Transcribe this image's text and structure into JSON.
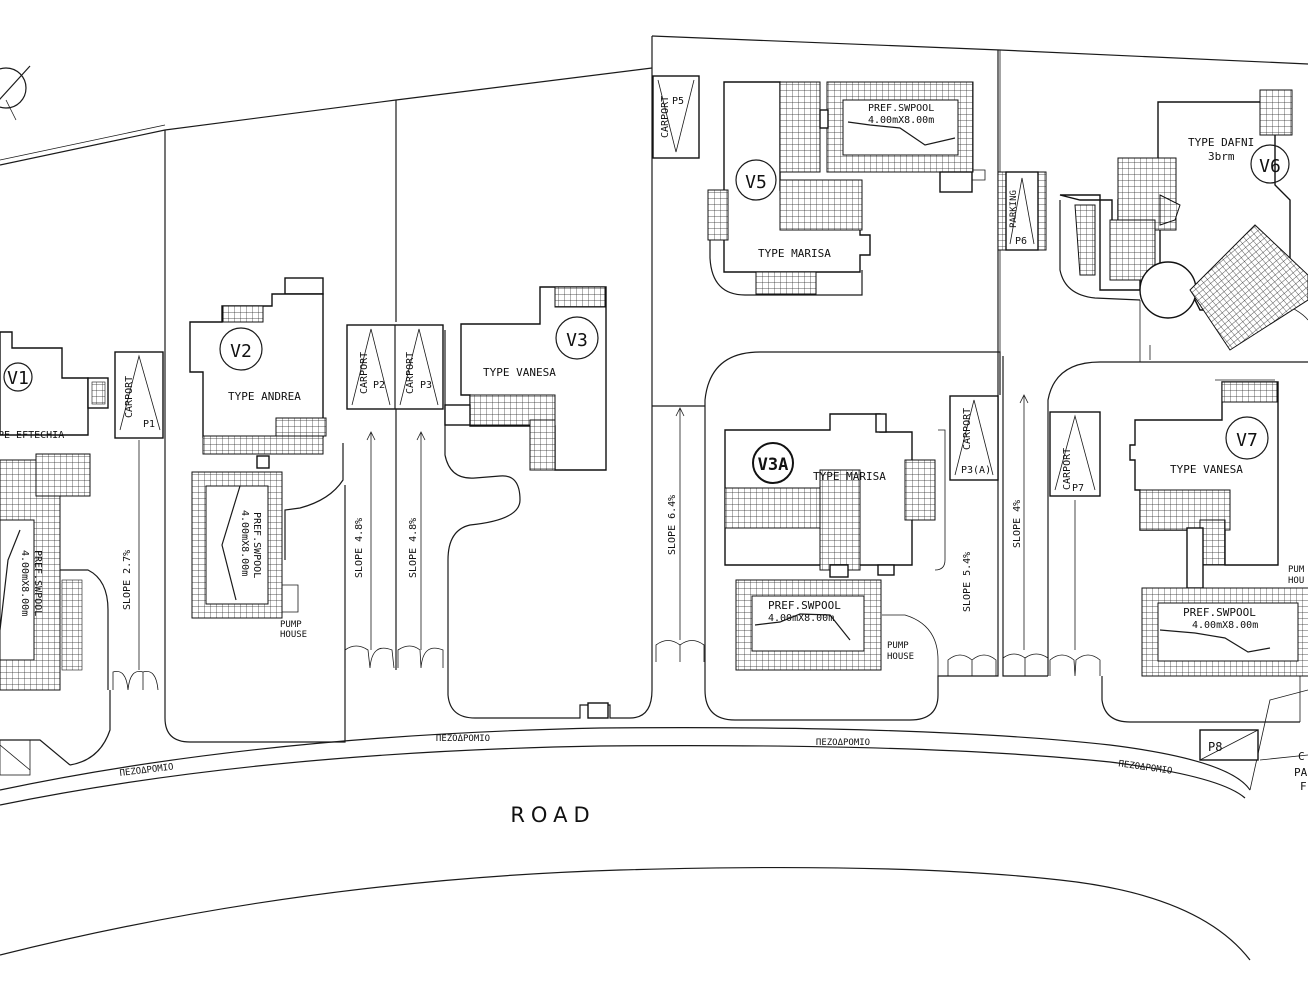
{
  "road": "ROAD",
  "pedestrian": [
    "ΠΕΖΟΔΡΟΜΙΟ",
    "ΠΕΖΟΔΡΟΜΙΟ",
    "ΠΕΖΟΔΡΟΜΙΟ",
    "ΠΕΖΟΔΡΟΜΙΟ"
  ],
  "villas": [
    {
      "tag": "V1",
      "type": "PE EFTECHIA"
    },
    {
      "tag": "V2",
      "type": "TYPE ANDREA"
    },
    {
      "tag": "V3",
      "type": "TYPE VANESA"
    },
    {
      "tag": "V3A",
      "type": "TYPE MARISA"
    },
    {
      "tag": "V5",
      "type": "TYPE MARISA"
    },
    {
      "tag": "V6",
      "type": "TYPE DAFNI",
      "sub": "3brm"
    },
    {
      "tag": "V7",
      "type": "TYPE VANESA"
    }
  ],
  "pools": [
    {
      "name": "PREF.SWPOOL",
      "size": "4.00mX8.00m"
    },
    {
      "name": "PREF.SWPOOL",
      "size": "4.00mX8.00m"
    },
    {
      "name": "PREF.SWPOOL",
      "size": "4.00mX8.00m"
    },
    {
      "name": "PREF.SWPOOL",
      "size": "4.00mX8.00m"
    },
    {
      "name": "PREF.SWPOOL",
      "size": "4.00mX8.00m"
    }
  ],
  "pump": {
    "l1": "PUMP",
    "l2": "HOUSE"
  },
  "carport": "CARPORT",
  "parking": "PARKING",
  "parkings": [
    "P1",
    "P2",
    "P3",
    "P3(A)",
    "P5",
    "P6",
    "P7",
    "P8"
  ],
  "slopes": [
    "SLOPE 2.7%",
    "SLOPE 4.8%",
    "SLOPE 4.8%",
    "SLOPE 6.4%",
    "SLOPE 5.4%",
    "SLOPE 4%"
  ],
  "edge_right": {
    "c": "C",
    "pa": "PA",
    "f": "F",
    "pum": "PUM",
    "hou": "HOU"
  }
}
